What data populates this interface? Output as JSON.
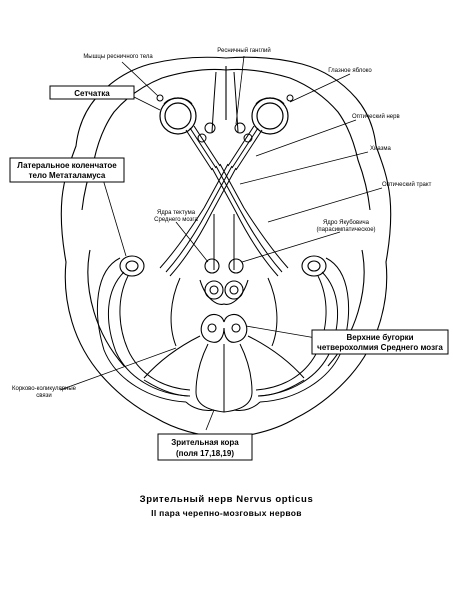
{
  "labels": {
    "ciliary_muscles": "Мышцы ресничного тела",
    "ciliary_ganglion": "Ресничный ганглий",
    "eyeball": "Глазное яблоко",
    "retina": "Сетчатка",
    "optic_nerve": "Оптический нерв",
    "chiasm": "Хиазма",
    "lateral_geniculate_line1": "Латеральное коленчатое",
    "lateral_geniculate_line2": "тело Метаталамуса",
    "optic_tract": "Оптический тракт",
    "tectum_nuclei_line1": "Ядра тектума",
    "tectum_nuclei_line2": "Среднего мозга",
    "yakubovich_line1": "Ядро Якубовича",
    "yakubovich_line2": "(парасимпатическое)",
    "superior_colliculi_line1": "Верхние бугорки",
    "superior_colliculi_line2": "четверохолмия Среднего мозга",
    "corticocollicular_line1": "Корково-коликулярные",
    "corticocollicular_line2": "связи",
    "visual_cortex_line1": "Зрительная кора",
    "visual_cortex_line2": "(поля 17,18,19)"
  },
  "caption": {
    "title": "Зрительный нерв   Nervus opticus",
    "subtitle": "II пара черепно-мозговых нервов"
  }
}
